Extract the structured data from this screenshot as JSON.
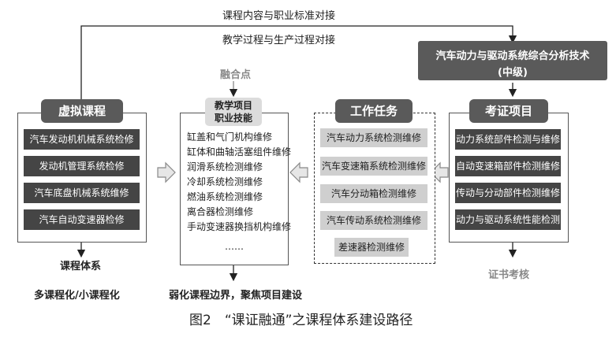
{
  "top_labels": {
    "line1": "课程内容与职业标准对接",
    "line2": "教学过程与生产过程对接"
  },
  "fusion_point": "融合点",
  "virtual_course": {
    "title": "虚拟课程",
    "items": [
      "汽车发动机机械系统检修",
      "发动机管理系统检修",
      "汽车底盘机械系统维修",
      "汽车自动变速器检修"
    ],
    "below_label": "课程体系",
    "bottom_label": "多课程化/小课程化"
  },
  "teaching_project": {
    "title_line1": "教学项目",
    "title_line2": "职业技能",
    "items": [
      "缸盖和气门机构维修",
      "缸体和曲轴活塞组件维修",
      "润滑系统检测维修",
      "冷却系统检测维修",
      "燃油系统检测维修",
      "离合器检测维修",
      "手动变速器换挡机构维修",
      "……"
    ],
    "bottom_label": "弱化课程边界，聚焦项目建设"
  },
  "work_tasks": {
    "title": "工作任务",
    "items": [
      "汽车动力系统检测维修",
      "汽车变速箱系统检测维修",
      "汽车分动箱检测维修",
      "汽车传动系统检测维修",
      "差速器检测维修"
    ]
  },
  "top_right_box": {
    "line1": "汽车动力与驱动系统综合分析技术",
    "line2": "(中级)"
  },
  "certification": {
    "title": "考证项目",
    "items": [
      "动力系统部件检测与维修",
      "自动变速箱部件检测维修",
      "传动与分动部件检测维修",
      "动力与驱动系统性能检测"
    ],
    "bottom_label": "证书考核"
  },
  "caption": "图2　“课证融通”之课程体系建设路径"
}
